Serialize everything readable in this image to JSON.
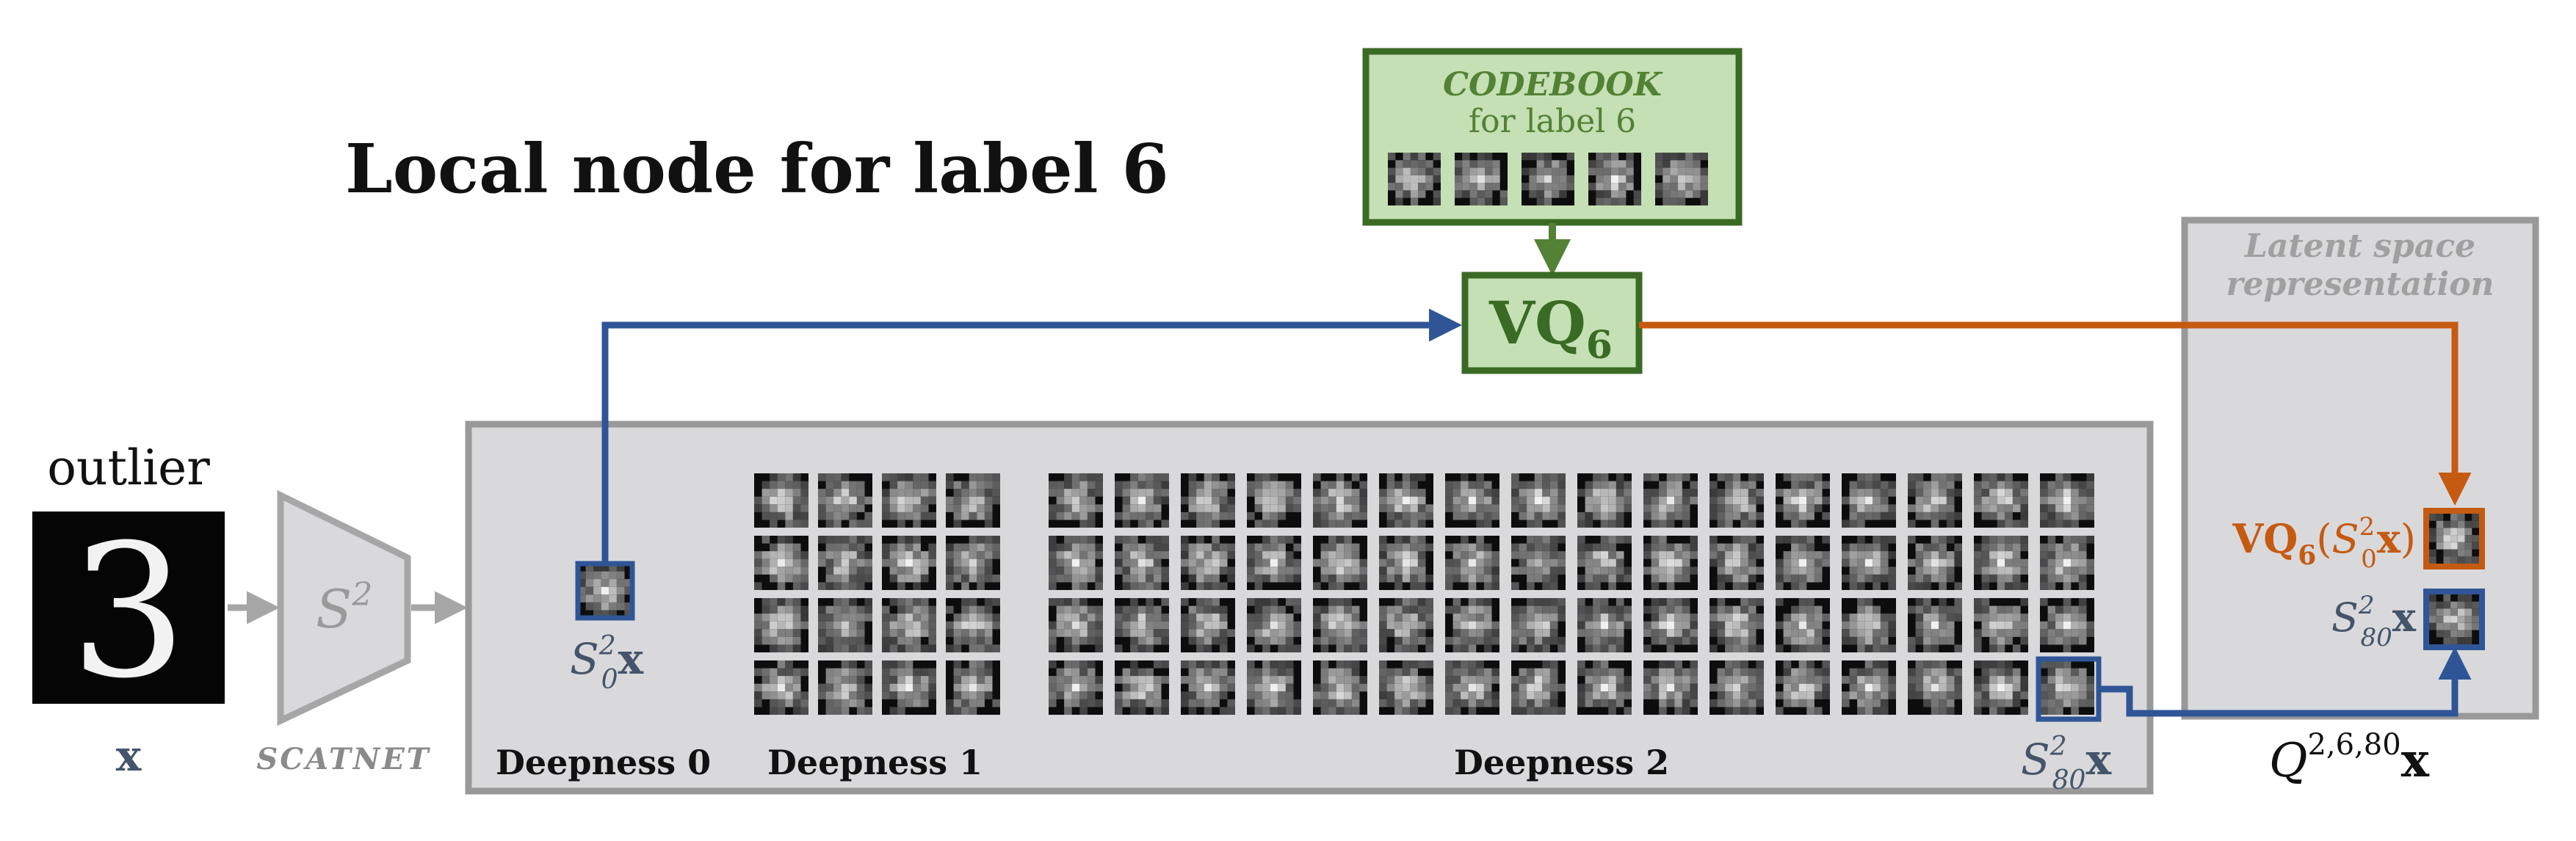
{
  "title": "Local node for label 6",
  "input": {
    "caption": "outlier",
    "digit": "3",
    "variable": "x"
  },
  "scatnet": {
    "symbol": "S",
    "superscript": "2",
    "label": "SCATNET"
  },
  "codebook": {
    "title": "CODEBOOK",
    "subtitle": "for label 6",
    "entry_count": 5
  },
  "vq": {
    "base": "VQ",
    "subscript": "6"
  },
  "scattering": {
    "deepness_labels": [
      "Deepness 0",
      "Deepness 1",
      "Deepness 2"
    ],
    "deepness0_count": 1,
    "deepness1": {
      "rows": 4,
      "cols": 4
    },
    "deepness2": {
      "rows": 4,
      "cols": 16
    },
    "s0_label": {
      "base": "S",
      "sup": "2",
      "sub": "0",
      "var": "x"
    },
    "s80_label": {
      "base": "S",
      "sup": "2",
      "sub": "80",
      "var": "x"
    }
  },
  "latent": {
    "title_line1": "Latent space",
    "title_line2": "representation",
    "vq_label": {
      "base": "VQ",
      "sub": "6",
      "open": "(",
      "S": "S",
      "sup": "2",
      "sub2": "0",
      "var": "x",
      "close": ")"
    },
    "s80_label": {
      "base": "S",
      "sup": "2",
      "sub": "80",
      "var": "x"
    },
    "output": {
      "base": "Q",
      "sup": "2,6,80",
      "var": "x"
    }
  },
  "colors": {
    "blue": "#2f5597",
    "orange": "#c55a11",
    "green": "#538135",
    "green_fill": "#c5e0b4",
    "panel_fill": "#d9d9dc",
    "panel_border": "#999999",
    "gray_text": "#8a8a8a",
    "math_blue": "#44546a"
  }
}
